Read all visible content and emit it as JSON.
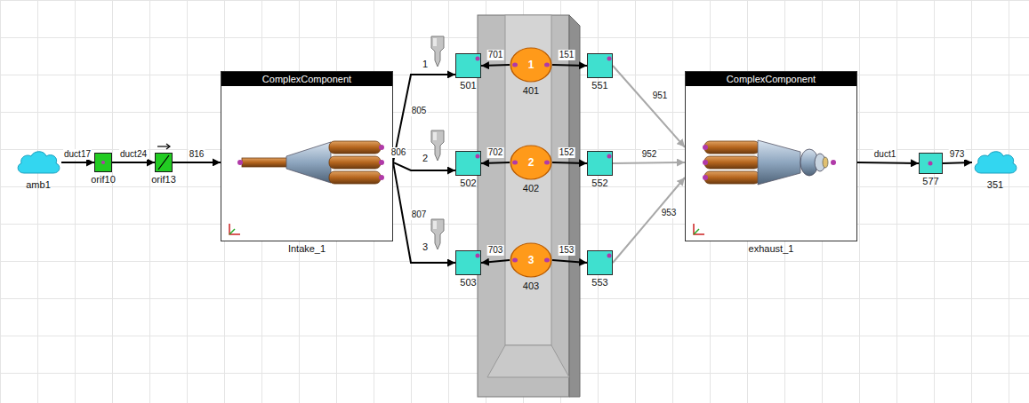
{
  "diagram": {
    "nodes": [
      {
        "text": [
          "amb1"
        ]
      },
      {
        "text": [
          "orif10"
        ]
      },
      {
        "text": [
          "orif13"
        ]
      },
      {
        "text": [
          "ComplexComponent",
          "Intake_1"
        ]
      },
      {
        "text": [
          "1"
        ]
      },
      {
        "text": [
          "501"
        ]
      },
      {
        "text": [
          "1",
          "401"
        ]
      },
      {
        "text": [
          "551"
        ]
      },
      {
        "text": [
          "2"
        ]
      },
      {
        "text": [
          "502"
        ]
      },
      {
        "text": [
          "2",
          "402"
        ]
      },
      {
        "text": [
          "552"
        ]
      },
      {
        "text": [
          "3"
        ]
      },
      {
        "text": [
          "503"
        ]
      },
      {
        "text": [
          "3",
          "403"
        ]
      },
      {
        "text": [
          "553"
        ]
      },
      {
        "text": [
          "ComplexComponent",
          "exhaust_1"
        ]
      },
      {
        "text": [
          "577"
        ]
      },
      {
        "text": [
          "351"
        ]
      }
    ],
    "edges": [
      {
        "from": 0,
        "to": 1,
        "label": "duct17",
        "arrow": "to"
      },
      {
        "from": 1,
        "to": 2,
        "label": "duct24",
        "arrow": "to"
      },
      {
        "from": 2,
        "to": 3,
        "label": "816",
        "arrow": "to"
      },
      {
        "from": 3,
        "to": 5,
        "label": "805",
        "arrow": "to"
      },
      {
        "from": 3,
        "to": 9,
        "label": "806",
        "arrow": "to"
      },
      {
        "from": 3,
        "to": 13,
        "label": "807",
        "arrow": "to"
      },
      {
        "from": 6,
        "to": 5,
        "label": "701",
        "arrow": "to"
      },
      {
        "from": 6,
        "to": 7,
        "label": "151",
        "arrow": "to"
      },
      {
        "from": 10,
        "to": 9,
        "label": "702",
        "arrow": "to"
      },
      {
        "from": 10,
        "to": 11,
        "label": "152",
        "arrow": "to"
      },
      {
        "from": 14,
        "to": 13,
        "label": "703",
        "arrow": "to"
      },
      {
        "from": 14,
        "to": 15,
        "label": "153",
        "arrow": "to"
      },
      {
        "from": 7,
        "to": 16,
        "label": "951",
        "arrow": "to"
      },
      {
        "from": 11,
        "to": 16,
        "label": "952",
        "arrow": "to"
      },
      {
        "from": 15,
        "to": 16,
        "label": "953",
        "arrow": "to"
      },
      {
        "from": 16,
        "to": 17,
        "label": "duct1",
        "arrow": "to"
      },
      {
        "from": 17,
        "to": 18,
        "label": "973",
        "arrow": "to"
      }
    ]
  }
}
